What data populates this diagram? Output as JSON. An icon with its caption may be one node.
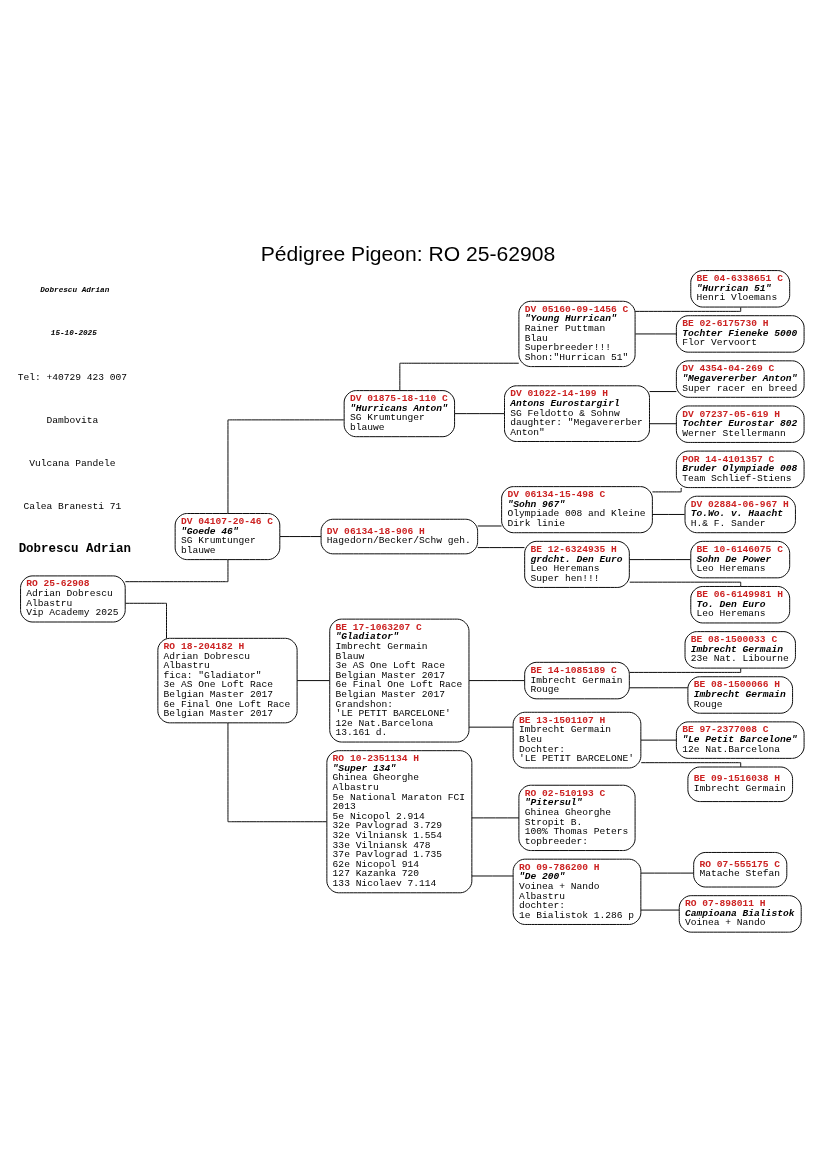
{
  "diagram": {
    "title": "Pédigree Pigeon: RO 25-62908",
    "nodes": [
      {
        "text": [
          "RO 25-62908",
          "Adrian Dobrescu",
          "Albastru",
          "Vip Academy 2025"
        ]
      },
      {
        "text": [
          "DV 04107-20-46 C",
          "\"Goede 46\"",
          "SG Krumtunger",
          "blauwe"
        ]
      },
      {
        "text": [
          "RO 18-204182 H",
          "Adrian Dobrescu",
          "Albastru",
          "fica: \"Gladiator\"",
          "3e AS One Loft Race Belgian Master 2017",
          "6e Final One Loft Race Belgian Master 2017"
        ]
      },
      {
        "text": [
          "DV 01875-18-110 C",
          "\"Hurricans Anton\"",
          "SG Krumtunger",
          "blauwe"
        ]
      },
      {
        "text": [
          "DV 06134-18-906 H",
          "Hagedorn/Becker/Schw geh."
        ]
      },
      {
        "text": [
          "BE 17-1063207 C",
          "\"Gladiator\"",
          "Imbrecht Germain",
          "Blauw",
          "3e AS One Loft Race Belgian Master 2017",
          "6e Final One Loft Race Belgian Master 2017",
          "Grandshon:",
          "'LE PETIT BARCELONE'",
          "12e Nat.Barcelona",
          "13.161 d."
        ]
      },
      {
        "text": [
          "RO 10-2351134 H",
          "\"Super 134\"",
          "Ghinea Gheorghe",
          "Albastru",
          "5e National Maraton FCI 2013",
          "5e Nicopol 2.914",
          "32e Pavlograd 3.729",
          "32e Vilniansk 1.554",
          "33e Vilniansk 478",
          "37e Pavlograd 1.735",
          "62e Nicopol 914",
          "127 Kazanka 720",
          "133 Nicolaev 7.114"
        ]
      },
      {
        "text": [
          "DV 05160-09-1456 C",
          "\"Young Hurrican\"",
          "Rainer Puttman",
          "Blau",
          "Superbreeder!!!",
          "Shon:\"Hurrican 51\""
        ]
      },
      {
        "text": [
          "DV 01022-14-199 H",
          "Antons Eurostargirl",
          "SG Feldotto & Sohnw",
          "daughter: \"Megavererber Anton\""
        ]
      },
      {
        "text": [
          "DV 06134-15-498 C",
          "\"Sohn 967\"",
          "Olympiade 008 and Kleine Dirk linie"
        ]
      },
      {
        "text": [
          "BE 12-6324935 H",
          "grdcht. Den Euro",
          "Leo Heremans",
          "Super hen!!!"
        ]
      },
      {
        "text": [
          "BE 14-1085189 C",
          "Imbrecht Germain",
          "Rouge"
        ]
      },
      {
        "text": [
          "BE 13-1501107 H",
          "Imbrecht Germain",
          "Bleu",
          "Dochter:",
          "'LE PETIT BARCELONE'"
        ]
      },
      {
        "text": [
          "RO 02-510193 C",
          "\"Pitersul\"",
          "Ghinea Gheorghe",
          "Stropit B.",
          "100% Thomas Peters",
          "topbreeder:"
        ]
      },
      {
        "text": [
          "RO 09-786200 H",
          "\"De 200\"",
          "Voinea + Nando",
          "Albastru",
          "dochter:",
          "1e Bialistok 1.286 p"
        ]
      },
      {
        "text": [
          "BE 04-6338651 C",
          "\"Hurrican 51\"",
          "Henri Vloemans"
        ]
      },
      {
        "text": [
          "BE 02-6175730 H",
          "Tochter Fieneke 5000",
          "Flor Vervoort"
        ]
      },
      {
        "text": [
          "DV 4354-04-269 C",
          "\"Megavererber Anton\"",
          "Super racer en breed"
        ]
      },
      {
        "text": [
          "DV 07237-05-619 H",
          "Tochter Eurostar 802",
          "Werner Stellermann"
        ]
      },
      {
        "text": [
          "POR 14-4101357 C",
          "Bruder Olympiade 008",
          "Team Schlief-Stiens"
        ]
      },
      {
        "text": [
          "DV 02884-06-967 H",
          "To.Wo. v. Haacht",
          "H.& F. Sander"
        ]
      },
      {
        "text": [
          "BE 10-6146075 C",
          "Sohn De Power",
          "Leo Heremans"
        ]
      },
      {
        "text": [
          "BE 06-6149981 H",
          "To. Den Euro",
          "Leo Heremans"
        ]
      },
      {
        "text": [
          "BE 08-1500033 C",
          "Imbrecht Germain",
          "23e Nat. Libourne"
        ]
      },
      {
        "text": [
          "BE 08-1500066 H",
          "Imbrecht Germain",
          "Rouge"
        ]
      },
      {
        "text": [
          "BE 97-2377008 C",
          "\"Le Petit Barcelone\"",
          "12e Nat.Barcelona"
        ]
      },
      {
        "text": [
          "BE 09-1516038 H",
          "Imbrecht Germain"
        ]
      },
      {
        "text": [
          "RO 07-555175 C",
          "Matache Stefan"
        ]
      },
      {
        "text": [
          "RO 07-898011 H",
          "Campioana Bialistok",
          "Voinea + Nando"
        ]
      }
    ],
    "edges": [
      {
        "from": 0,
        "to": 1,
        "arrow": "none"
      },
      {
        "from": 0,
        "to": 2,
        "arrow": "none"
      },
      {
        "from": 1,
        "to": 3,
        "arrow": "none"
      },
      {
        "from": 1,
        "to": 4,
        "arrow": "none"
      },
      {
        "from": 2,
        "to": 5,
        "arrow": "none"
      },
      {
        "from": 2,
        "to": 6,
        "arrow": "none"
      },
      {
        "from": 3,
        "to": 7,
        "arrow": "none"
      },
      {
        "from": 3,
        "to": 8,
        "arrow": "none"
      },
      {
        "from": 4,
        "to": 9,
        "arrow": "none"
      },
      {
        "from": 4,
        "to": 10,
        "arrow": "none"
      },
      {
        "from": 5,
        "to": 11,
        "arrow": "none"
      },
      {
        "from": 5,
        "to": 12,
        "arrow": "none"
      },
      {
        "from": 6,
        "to": 13,
        "arrow": "none"
      },
      {
        "from": 6,
        "to": 14,
        "arrow": "none"
      },
      {
        "from": 7,
        "to": 15,
        "arrow": "none"
      },
      {
        "from": 7,
        "to": 16,
        "arrow": "none"
      },
      {
        "from": 8,
        "to": 17,
        "arrow": "none"
      },
      {
        "from": 8,
        "to": 18,
        "arrow": "none"
      },
      {
        "from": 9,
        "to": 19,
        "arrow": "none"
      },
      {
        "from": 9,
        "to": 20,
        "arrow": "none"
      },
      {
        "from": 10,
        "to": 21,
        "arrow": "none"
      },
      {
        "from": 10,
        "to": 22,
        "arrow": "none"
      },
      {
        "from": 11,
        "to": 23,
        "arrow": "none"
      },
      {
        "from": 11,
        "to": 24,
        "arrow": "none"
      },
      {
        "from": 12,
        "to": 25,
        "arrow": "none"
      },
      {
        "from": 12,
        "to": 26,
        "arrow": "none"
      },
      {
        "from": 14,
        "to": 27,
        "arrow": "none"
      },
      {
        "from": 14,
        "to": 28,
        "arrow": "none"
      }
    ],
    "labels": [
      "Dobrescu Adrian",
      "Calea Branesti 71",
      "Vulcana Pandele",
      "Dambovita",
      "Tel: +40729 423 007",
      "15-10-2025",
      "Dobrescu Adrian"
    ]
  }
}
